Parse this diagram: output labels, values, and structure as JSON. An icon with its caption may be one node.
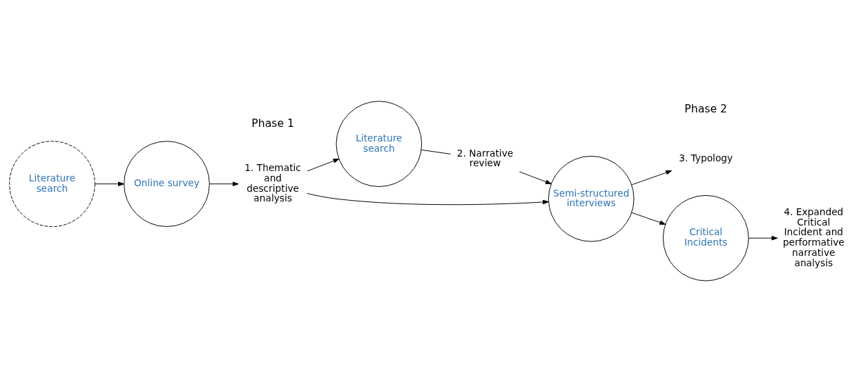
{
  "diagram": {
    "nodes": [
      {
        "text": [
          "Literature search"
        ]
      },
      {
        "text": [
          "Online survey"
        ]
      },
      {
        "text": [
          "1. Thematic and descriptive analysis"
        ]
      },
      {
        "text": [
          "Literature search"
        ]
      },
      {
        "text": [
          "2. Narrative review"
        ]
      },
      {
        "text": [
          "Semi-structured interviews"
        ]
      },
      {
        "text": [
          "3. Typology"
        ]
      },
      {
        "text": [
          "Critical Incidents"
        ]
      },
      {
        "text": [
          "4. Expanded Critical Incident and performative narrative analysis"
        ]
      }
    ],
    "edges": [
      {
        "from": 0,
        "to": 1,
        "arrow": "to"
      },
      {
        "from": 1,
        "to": 2,
        "arrow": "to"
      },
      {
        "from": 2,
        "to": 3,
        "arrow": "to"
      },
      {
        "from": 3,
        "to": 4,
        "arrow": "none"
      },
      {
        "from": 2,
        "to": 5,
        "arrow": "to"
      },
      {
        "from": 4,
        "to": 5,
        "arrow": "to"
      },
      {
        "from": 5,
        "to": 6,
        "arrow": "to"
      },
      {
        "from": 5,
        "to": 7,
        "arrow": "to"
      },
      {
        "from": 7,
        "to": 8,
        "arrow": "to"
      }
    ],
    "labels": [
      "Phase 1",
      "Phase 2"
    ]
  }
}
